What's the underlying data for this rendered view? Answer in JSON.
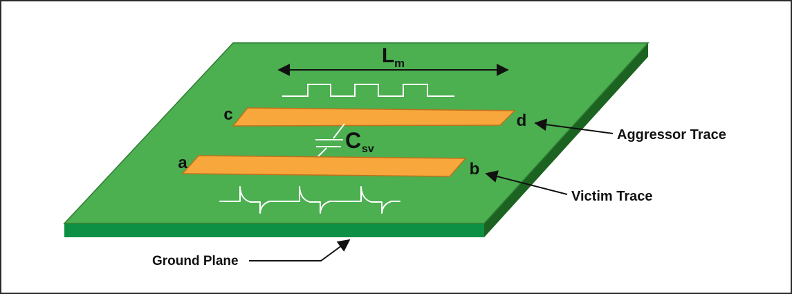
{
  "figure": {
    "dimension": {
      "main": "L",
      "sub": "m"
    },
    "capacitance": {
      "main": "C",
      "sub": "sv"
    },
    "aggressor": {
      "left_label": "c",
      "right_label": "d",
      "callout": "Aggressor Trace"
    },
    "victim": {
      "left_label": "a",
      "right_label": "b",
      "callout": "Victim Trace"
    },
    "board": {
      "callout": "Ground Plane"
    }
  },
  "colors": {
    "board_top": "#4CAF50",
    "board_front": "#0E9044",
    "board_side": "#1C6322",
    "board_outline": "#2E7D32",
    "trace_fill": "#F7A73C",
    "trace_outline": "#C2701A",
    "waveform": "#FFFFFF",
    "ink": "#111111",
    "frame": "#2B2B2B"
  }
}
